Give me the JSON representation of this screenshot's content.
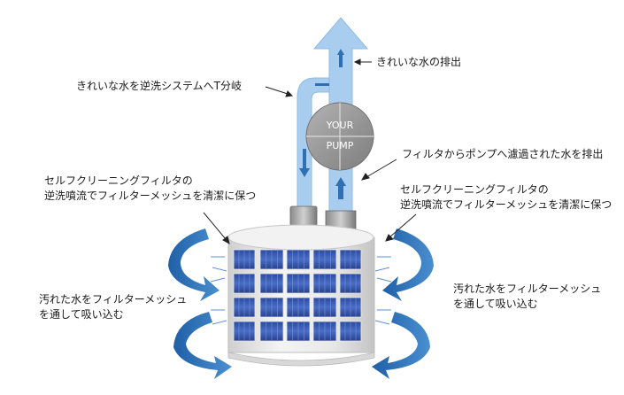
{
  "labels": {
    "clean_discharge": "きれいな水の排出",
    "branch_to_backwash": "きれいな水を逆洗システムへT分岐",
    "pump_discharge": "フィルタからポンプへ濾過された水を排出",
    "selfclean_left": [
      "セルフクリーニングフィルタの",
      "逆洗噴流でフィルターメッシュを清潔に保つ"
    ],
    "selfclean_right": [
      "セルフクリーニングフィルタの",
      "逆洗噴流でフィルターメッシュを清潔に保つ"
    ],
    "intake_left": [
      "汚れた水をフィルターメッシュ",
      "を通して吸い込む"
    ],
    "intake_right": [
      "汚れた水をフィルターメッシュ",
      "を通して吸い込む"
    ]
  },
  "pump": {
    "line1": "YOUR",
    "line2": "PUMP"
  },
  "colors": {
    "pipe_blue": "#a9cdee",
    "mesh_blue": "#2d4fa8",
    "arrow_blue": "#2f6fb3",
    "housing_gray": "#e6e6e6",
    "pump_gray": "#9a9a9a"
  }
}
